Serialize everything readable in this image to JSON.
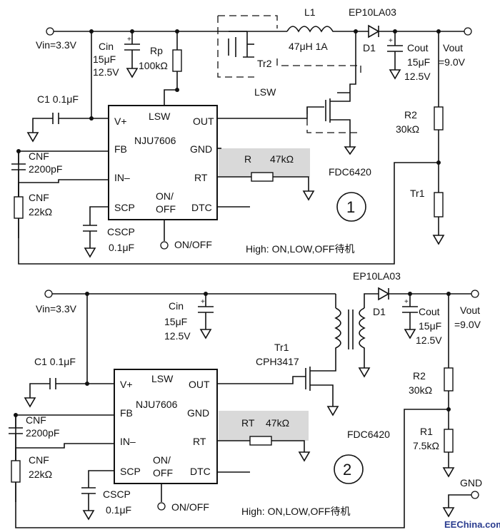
{
  "circuit1": {
    "vin": "Vin=3.3V",
    "cin_name": "Cin",
    "cin_value": "15μF",
    "cin_voltage": "12.5V",
    "rp_name": "Rp",
    "rp_value": "100kΩ",
    "l1_name": "L1",
    "l1_value": "47μH  1A",
    "diode_part": "EP10LA03",
    "diode_name": "D1",
    "cout_name": "Cout",
    "cout_value": "15μF",
    "cout_voltage": "12.5V",
    "vout": "Vout",
    "vout_value": "=9.0V",
    "tr2": "Tr2",
    "lsw_label": "LSW",
    "c1": "C1  0.1μF",
    "chip_name": "NJU7606",
    "pins": {
      "vplus": "V+",
      "lsw": "LSW",
      "out": "OUT",
      "fb": "FB",
      "gnd": "GND",
      "inm": "IN–",
      "rt": "RT",
      "scp": "SCP",
      "onoff_top": "ON/",
      "onoff_bot": "OFF",
      "dtc": "DTC"
    },
    "cnf_top": "CNF",
    "cnf_value": "2200pF",
    "cnf2_top": "CNF",
    "cnf2_value": "22kΩ",
    "r_name": "R",
    "r_value": "47kΩ",
    "fet_part": "FDC6420",
    "r2_name": "R2",
    "r2_value": "30kΩ",
    "tr1": "Tr1",
    "cscp_name": "CSCP",
    "cscp_value": "0.1μF",
    "onoff": "ON/OFF",
    "note": "High: ON,LOW,OFF待机",
    "circle": "1"
  },
  "circuit2": {
    "vin": "Vin=3.3V",
    "cin_name": "Cin",
    "cin_value": "15μF",
    "cin_voltage": "12.5V",
    "diode_part": "EP10LA03",
    "diode_name": "D1",
    "cout_name": "Cout",
    "cout_value": "15μF",
    "cout_voltage": "12.5V",
    "vout": "Vout",
    "vout_value": "=9.0V",
    "tr1_name": "Tr1",
    "tr1_part": "CPH3417",
    "c1": "C1  0.1μF",
    "chip_name": "NJU7606",
    "pins": {
      "vplus": "V+",
      "lsw": "LSW",
      "out": "OUT",
      "fb": "FB",
      "gnd": "GND",
      "inm": "IN–",
      "rt": "RT",
      "scp": "SCP",
      "onoff_top": "ON/",
      "onoff_bot": "OFF",
      "dtc": "DTC"
    },
    "cnf_top": "CNF",
    "cnf_value": "2200pF",
    "cnf2_top": "CNF",
    "cnf2_value": "22kΩ",
    "rt_name": "RT",
    "rt_value": "47kΩ",
    "fet_part": "FDC6420",
    "r2_name": "R2",
    "r2_value": "30kΩ",
    "r1_name": "R1",
    "r1_value": "7.5kΩ",
    "gnd": "GND",
    "cscp_name": "CSCP",
    "cscp_value": "0.1μF",
    "onoff": "ON/OFF",
    "note": "High: ON,LOW,OFF待机",
    "circle": "2"
  },
  "watermark": "EEChina.com"
}
